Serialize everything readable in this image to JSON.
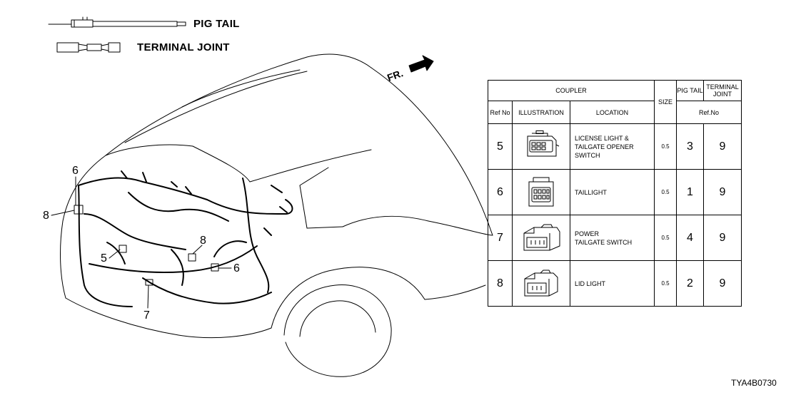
{
  "legend": {
    "pig_tail_label": "PIG TAIL",
    "terminal_joint_label": "TERMINAL JOINT"
  },
  "direction": {
    "fr_label": "FR."
  },
  "callouts": [
    {
      "text": "6"
    },
    {
      "text": "8"
    },
    {
      "text": "5"
    },
    {
      "text": "8"
    },
    {
      "text": "6"
    },
    {
      "text": "7"
    }
  ],
  "table": {
    "header_coupler": "COUPLER",
    "header_size": "SIZE",
    "header_pig_tail": "PIG TAIL",
    "header_terminal_joint": "TERMINAL JOINT",
    "header_ref_no": "Ref No",
    "header_illustration": "ILLUSTRATION",
    "header_location": "LOCATION",
    "header_ref_no_group": "Ref.No",
    "rows": [
      {
        "ref": "5",
        "location_line1": "LICENSE LIGHT &",
        "location_line2": "TAILGATE OPENER",
        "location_line3": "SWITCH",
        "size": "0.5",
        "pig_tail": "3",
        "terminal_joint": "9",
        "connector_icon": "connector-6pin-icon"
      },
      {
        "ref": "6",
        "location_line1": "TAILLIGHT",
        "location_line2": "",
        "location_line3": "",
        "size": "0.5",
        "pig_tail": "1",
        "terminal_joint": "9",
        "connector_icon": "connector-8pin-icon"
      },
      {
        "ref": "7",
        "location_line1": "POWER",
        "location_line2": "TAILGATE SWITCH",
        "location_line3": "",
        "size": "0.5",
        "pig_tail": "4",
        "terminal_joint": "9",
        "connector_icon": "connector-4pin-icon"
      },
      {
        "ref": "8",
        "location_line1": "LID LIGHT",
        "location_line2": "",
        "location_line3": "",
        "size": "0.5",
        "pig_tail": "2",
        "terminal_joint": "9",
        "connector_icon": "connector-3pin-icon"
      }
    ]
  },
  "diagram_code": "TYA4B0730"
}
